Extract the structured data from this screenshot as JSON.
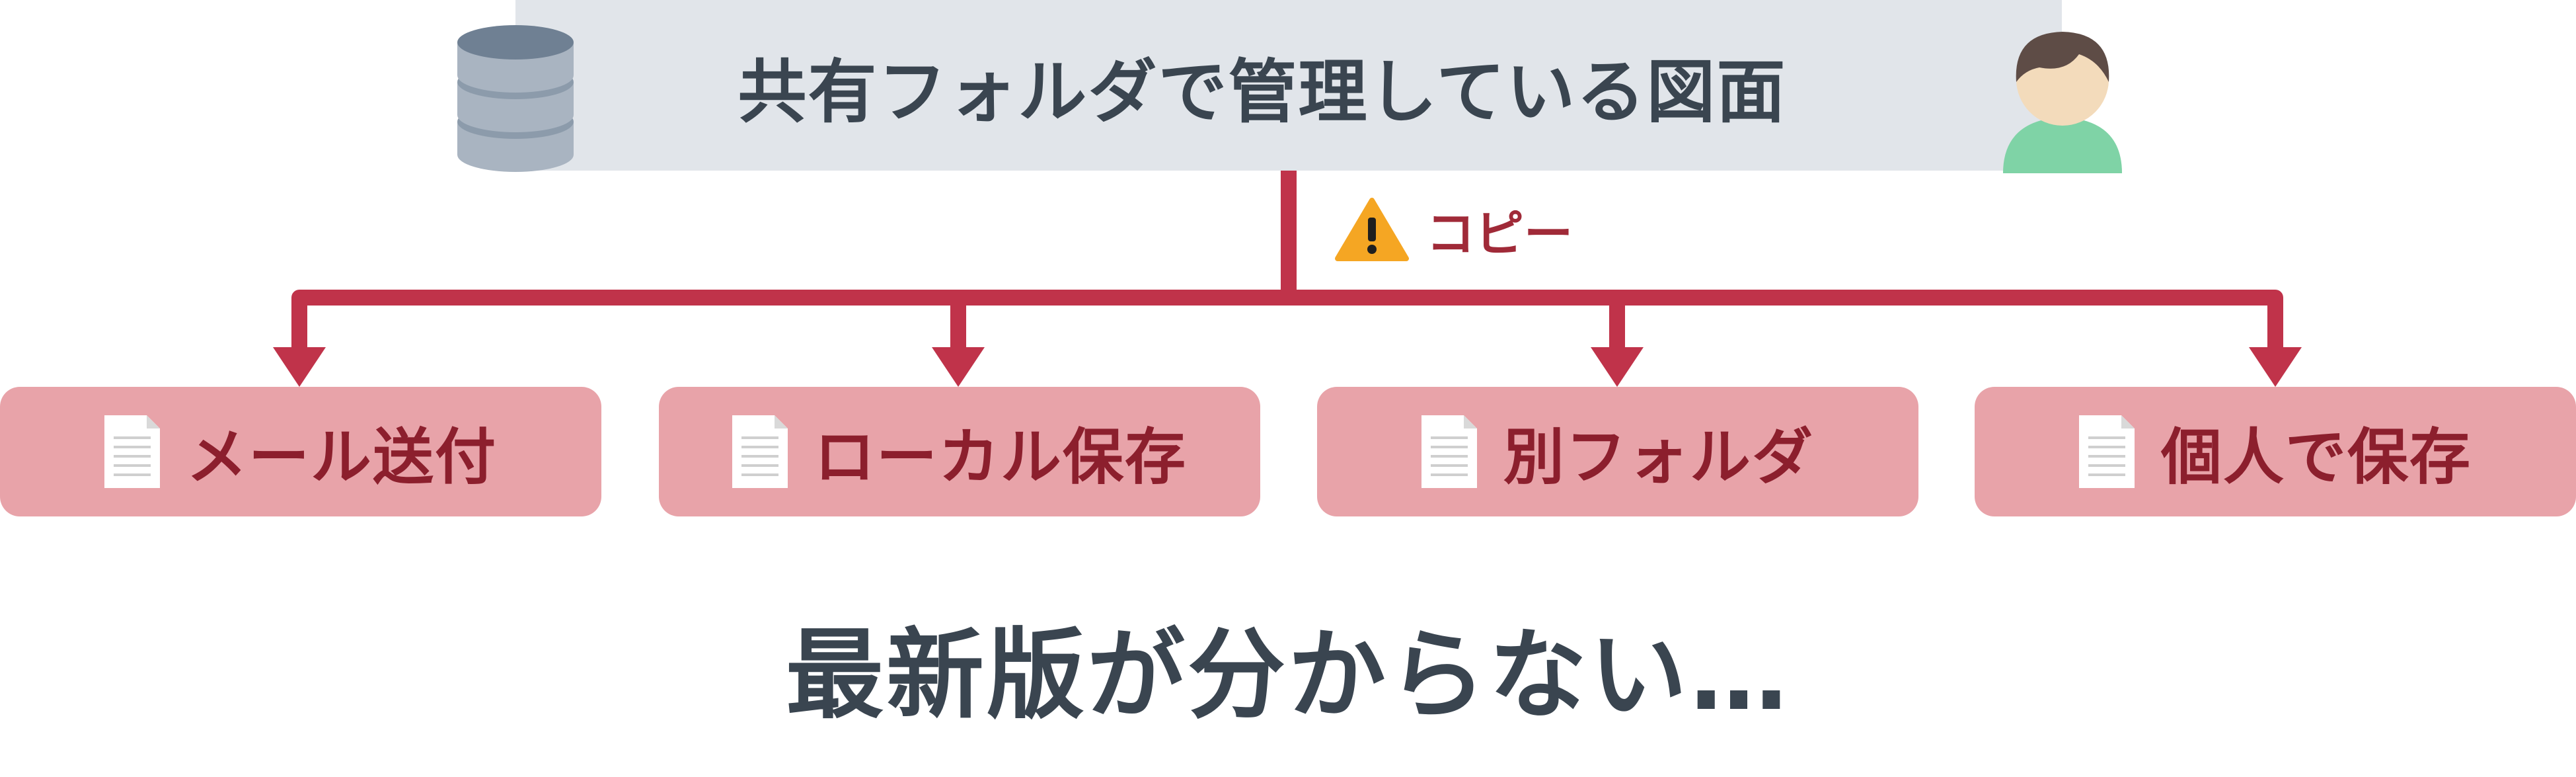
{
  "header": {
    "title": "共有フォルダで管理している図面",
    "database_icon": "database-icon",
    "person_icon": "person-icon"
  },
  "copy": {
    "warning_icon": "warning-icon",
    "label": "コピー"
  },
  "destinations": [
    {
      "label": "メール送付",
      "icon": "document-icon"
    },
    {
      "label": "ローカル保存",
      "icon": "document-icon"
    },
    {
      "label": "別フォルダ",
      "icon": "document-icon"
    },
    {
      "label": "個人で保存",
      "icon": "document-icon"
    }
  ],
  "conclusion": "最新版が分からない…",
  "colors": {
    "header_bg": "#e1e5ea",
    "header_text": "#3a4550",
    "connector": "#c0334a",
    "box_bg": "#e8a3a9",
    "box_text": "#8c1f2d",
    "warning": "#f5a623"
  }
}
